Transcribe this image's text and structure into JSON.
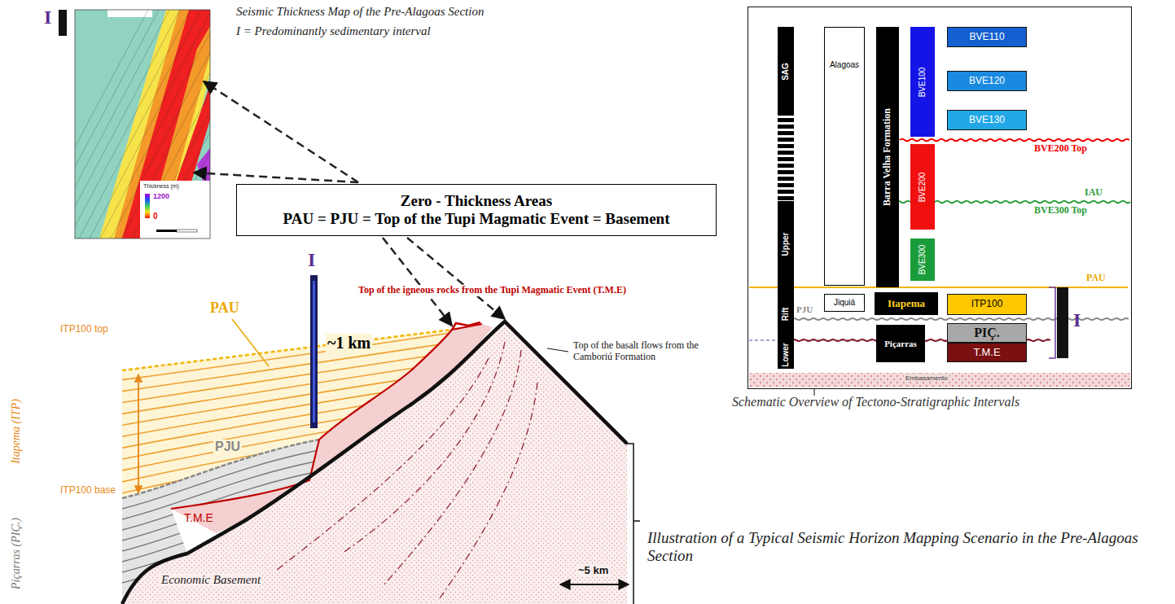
{
  "diagram": {
    "nodes": [
      {
        "text": [
          "Zero - Thickness Areas",
          "PAU = PJU = Top of the Tupi Magmatic Event = Basement"
        ]
      },
      {
        "text": [
          "Schematic Overview of Tectono-Stratigraphic Intervals"
        ]
      },
      {
        "text": [
          "SAG",
          "Upper",
          "Rift",
          "Lower"
        ],
        "in": 1
      },
      {
        "text": [
          "Alagoas"
        ],
        "in": 1
      },
      {
        "text": [
          "Jiquiá"
        ],
        "in": 1
      },
      {
        "text": [
          "Barra Velha Formation"
        ],
        "in": 1
      },
      {
        "text": [
          "Itapema"
        ],
        "in": 1
      },
      {
        "text": [
          "Piçarras"
        ],
        "in": 1
      },
      {
        "text": [
          "BVE100"
        ],
        "in": 1
      },
      {
        "text": [
          "BVE200"
        ],
        "in": 1
      },
      {
        "text": [
          "BVE300"
        ],
        "in": 1
      },
      {
        "text": [
          "BVE110"
        ],
        "in": 1
      },
      {
        "text": [
          "BVE120"
        ],
        "in": 1
      },
      {
        "text": [
          "BVE130"
        ],
        "in": 1
      },
      {
        "text": [
          "ITP100"
        ],
        "in": 1
      },
      {
        "text": [
          "PIÇ."
        ],
        "in": 1
      },
      {
        "text": [
          "T.M.E"
        ],
        "in": 1
      }
    ],
    "labels": [
      "Seismic Thickness Map of the Pre-Alagoas Section",
      "I = Predominantly sedimentary interval",
      "I",
      "Thickness (m)",
      "1200",
      "0",
      "PAU",
      "I",
      "~1 km",
      "Top of the igneous rocks from the Tupi Magmatic Event (T.M.E)",
      "Top of the basalt flows from the Camboriú Formation",
      "ITP100 top",
      "ITP100 base",
      "PJU",
      "T.M.E",
      "Itapema (ITP)",
      "Piçarras (PIÇ.)",
      "Economic Basement",
      "~5 km",
      "Illustration of a Typical Seismic Horizon Mapping Scenario in the Pre-Alagoas Section",
      "BVE200 Top",
      "IAU",
      "BVE300 Top",
      "PAU",
      "PJU",
      "I",
      "Embasamento"
    ]
  }
}
